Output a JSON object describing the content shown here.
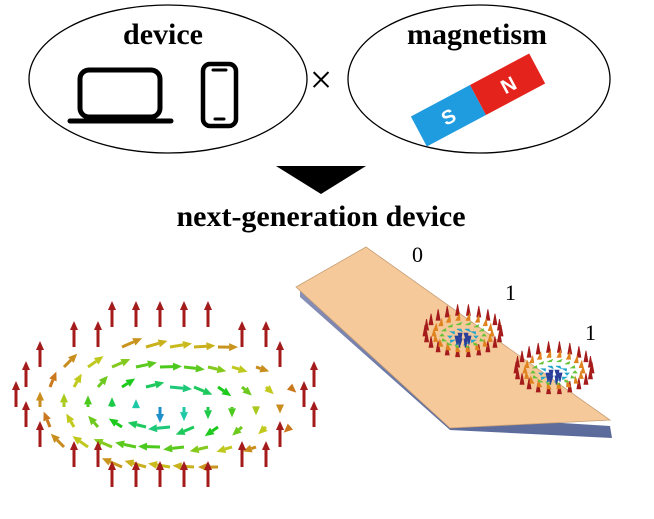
{
  "left_concept": {
    "label": "device",
    "icons": [
      "laptop-icon",
      "smartphone-icon"
    ]
  },
  "operator": "×",
  "right_concept": {
    "label": "magnetism",
    "magnet": {
      "south_label": "S",
      "north_label": "N",
      "south_color": "#1f9be0",
      "north_color": "#e3231c"
    }
  },
  "result_label": "next-generation device",
  "track_labels": {
    "start": "0",
    "bit1": "1",
    "bit2": "1"
  },
  "colors": {
    "arrow_up": "#a51b1b",
    "track_top": "#f5c99a",
    "track_edge": "#6a7fae"
  }
}
